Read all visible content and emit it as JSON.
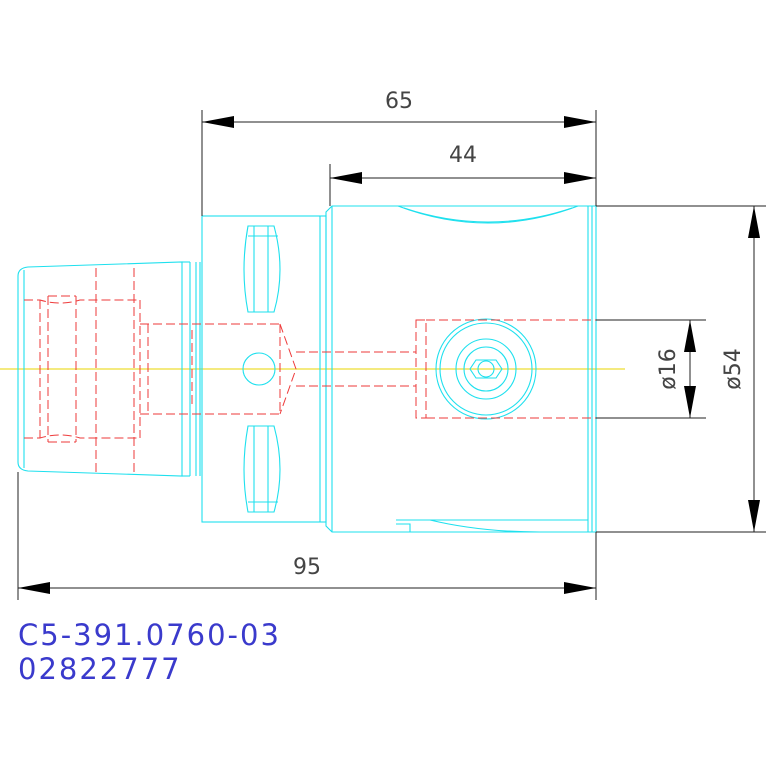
{
  "dimensions": {
    "overall_length": "95",
    "upper_length": "65",
    "body_length": "44",
    "small_diameter": "ø16",
    "large_diameter": "ø54"
  },
  "part_number": "C5-391.0760-03",
  "order_number": "02822777",
  "colors": {
    "outline": "#1ee0ee",
    "hidden_lines": "#ee3a3a",
    "dimension_lines": "#222222",
    "center_axis": "#eedd33",
    "label_text": "#3a3acc"
  }
}
